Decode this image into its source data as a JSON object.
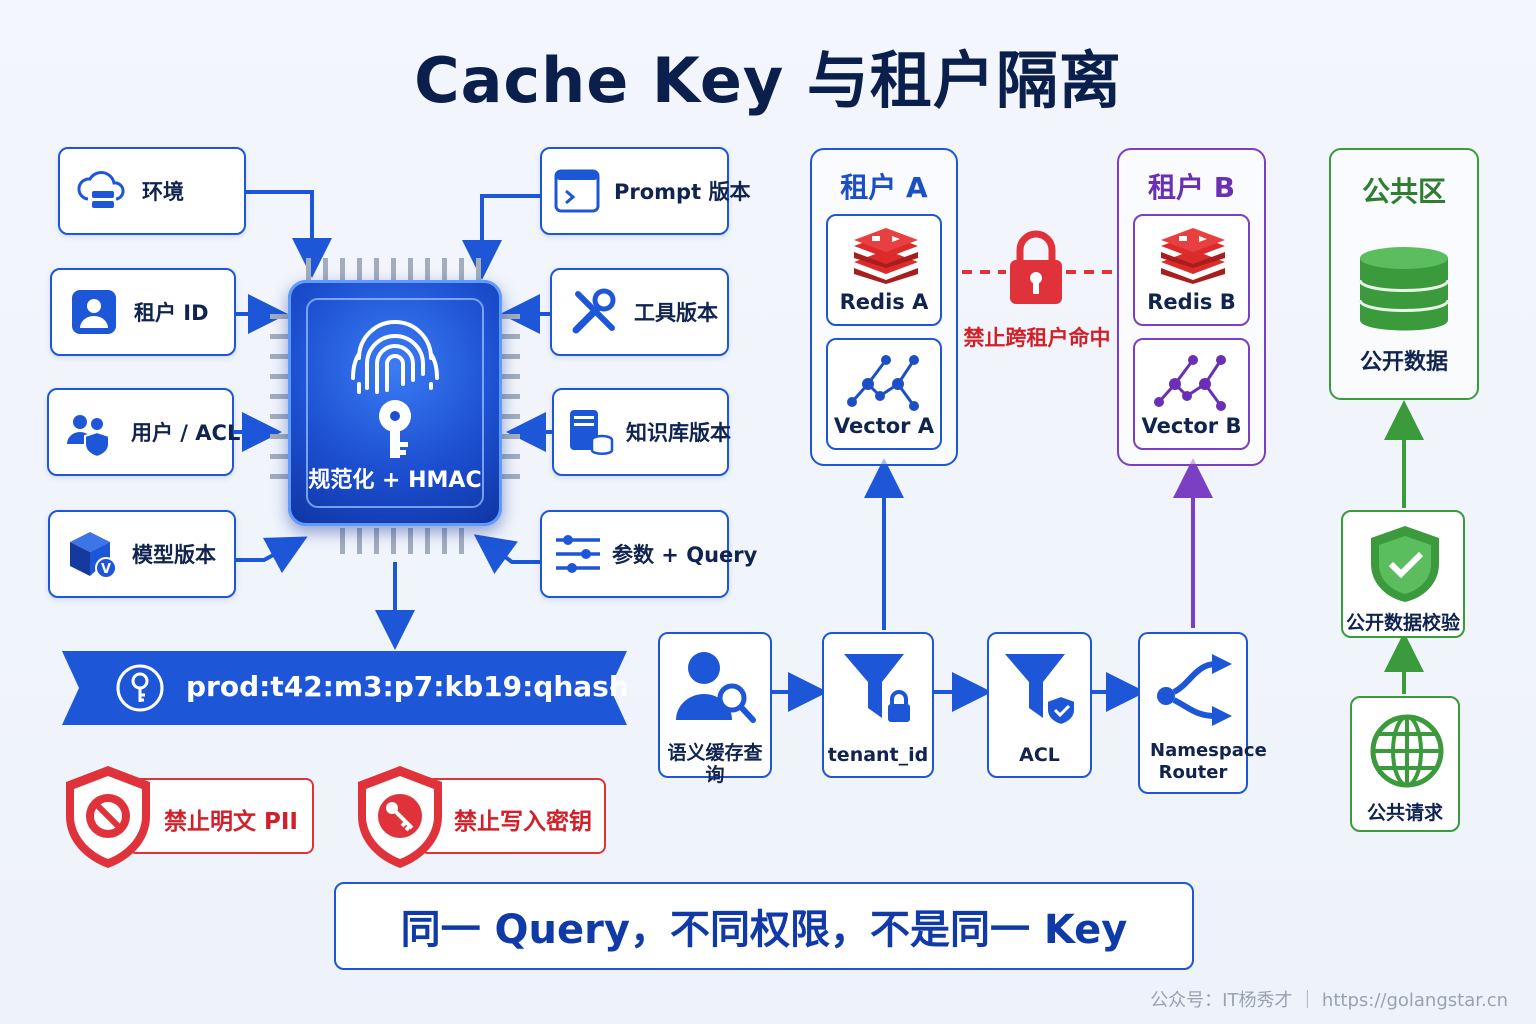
{
  "title": "Cache Key 与租户隔离",
  "inputs_left": [
    {
      "label": "环境",
      "icon": "cloud-server-icon"
    },
    {
      "label": "租户 ID",
      "icon": "user-badge-icon"
    },
    {
      "label": "用户 / ACL",
      "icon": "users-shield-icon"
    },
    {
      "label": "模型版本",
      "icon": "model-box-icon"
    }
  ],
  "inputs_right": [
    {
      "label": "Prompt 版本",
      "icon": "terminal-window-icon"
    },
    {
      "label": "工具版本",
      "icon": "tools-icon"
    },
    {
      "label": "知识库版本",
      "icon": "server-database-icon"
    },
    {
      "label": "参数 + Query",
      "icon": "sliders-icon"
    }
  ],
  "processor": {
    "label": "规范化 + HMAC",
    "icon": "fingerprint-key-icon"
  },
  "cache_key": {
    "value": "prod:t42:m3:p7:kb19:qhash",
    "icon": "key-icon"
  },
  "prohibitions": [
    {
      "label": "禁止明文 PII",
      "icon": "shield-ban-icon"
    },
    {
      "label": "禁止写入密钥",
      "icon": "shield-key-icon"
    }
  ],
  "tenant_a": {
    "name": "租户 A",
    "items": [
      {
        "label": "Redis A",
        "icon": "redis-icon"
      },
      {
        "label": "Vector A",
        "icon": "vector-graph-icon"
      }
    ]
  },
  "tenant_b": {
    "name": "租户 B",
    "items": [
      {
        "label": "Redis B",
        "icon": "redis-icon"
      },
      {
        "label": "Vector B",
        "icon": "vector-graph-icon"
      }
    ]
  },
  "isolation": {
    "label": "禁止跨租户命中",
    "icon": "lock-icon"
  },
  "public_zone": {
    "name": "公共区",
    "data_label": "公开数据",
    "icon": "database-icon"
  },
  "flow": [
    {
      "label": "语义缓存查询",
      "icon": "user-search-icon"
    },
    {
      "label": "tenant_id",
      "icon": "funnel-lock-icon"
    },
    {
      "label": "ACL",
      "icon": "funnel-shield-icon"
    },
    {
      "label": "Namespace Router",
      "icon": "router-share-icon"
    }
  ],
  "public_flow": [
    {
      "label": "公开数据校验",
      "icon": "shield-check-icon"
    },
    {
      "label": "公共请求",
      "icon": "globe-icon"
    }
  ],
  "footer": "同一 Query，不同权限，不是同一 Key",
  "credit": "公众号：IT杨秀才 ｜ https://golangstar.cn",
  "colors": {
    "blue": "#1d57d8",
    "red": "#e0323a",
    "purple": "#7b3fc4",
    "green": "#3a9a3c"
  }
}
